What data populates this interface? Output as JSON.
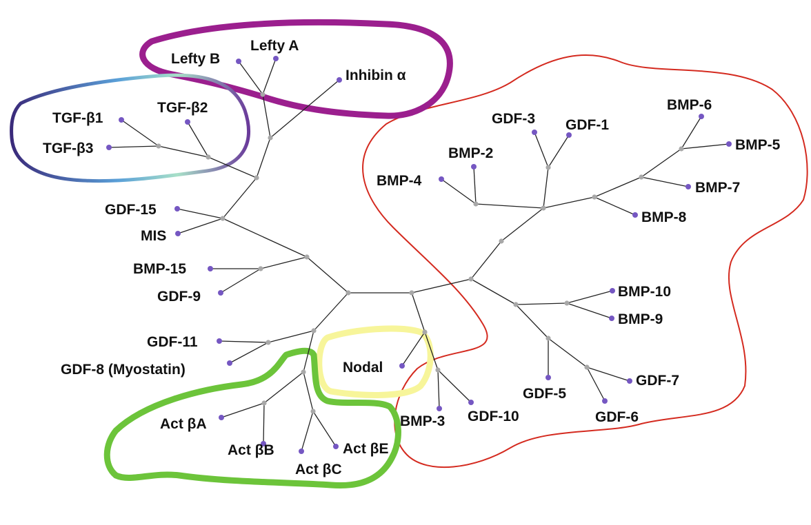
{
  "colors": {
    "background": "#ffffff",
    "edge": "#222222",
    "internal_node": "#a8a8a8",
    "leaf_node": "#7557c2",
    "group_lefty_inhibin": "#9b1f8e",
    "group_tgf_beta": "#3a2a7a",
    "group_bmp_gdf": "#d42a1f",
    "group_nodal": "#f7f59a",
    "group_activin": "#6cc43a"
  },
  "leaves": {
    "lefty_b": "Lefty B",
    "lefty_a": "Lefty A",
    "inhibin_a": "Inhibin α",
    "tgf_b1": "TGF-β1",
    "tgf_b2": "TGF-β2",
    "tgf_b3": "TGF-β3",
    "gdf_15": "GDF-15",
    "mis": "MIS",
    "bmp_15": "BMP-15",
    "gdf_9": "GDF-9",
    "gdf_11": "GDF-11",
    "gdf_8": "GDF-8 (Myostatin)",
    "act_ba": "Act βA",
    "act_bb": "Act βB",
    "act_bc": "Act βC",
    "act_be": "Act βE",
    "nodal": "Nodal",
    "bmp_3": "BMP-3",
    "gdf_10": "GDF-10",
    "gdf_3": "GDF-3",
    "gdf_1": "GDF-1",
    "bmp_2": "BMP-2",
    "bmp_4": "BMP-4",
    "bmp_6": "BMP-6",
    "bmp_5": "BMP-5",
    "bmp_7": "BMP-7",
    "bmp_8": "BMP-8",
    "bmp_10": "BMP-10",
    "bmp_9": "BMP-9",
    "gdf_5": "GDF-5",
    "gdf_7": "GDF-7",
    "gdf_6": "GDF-6"
  }
}
